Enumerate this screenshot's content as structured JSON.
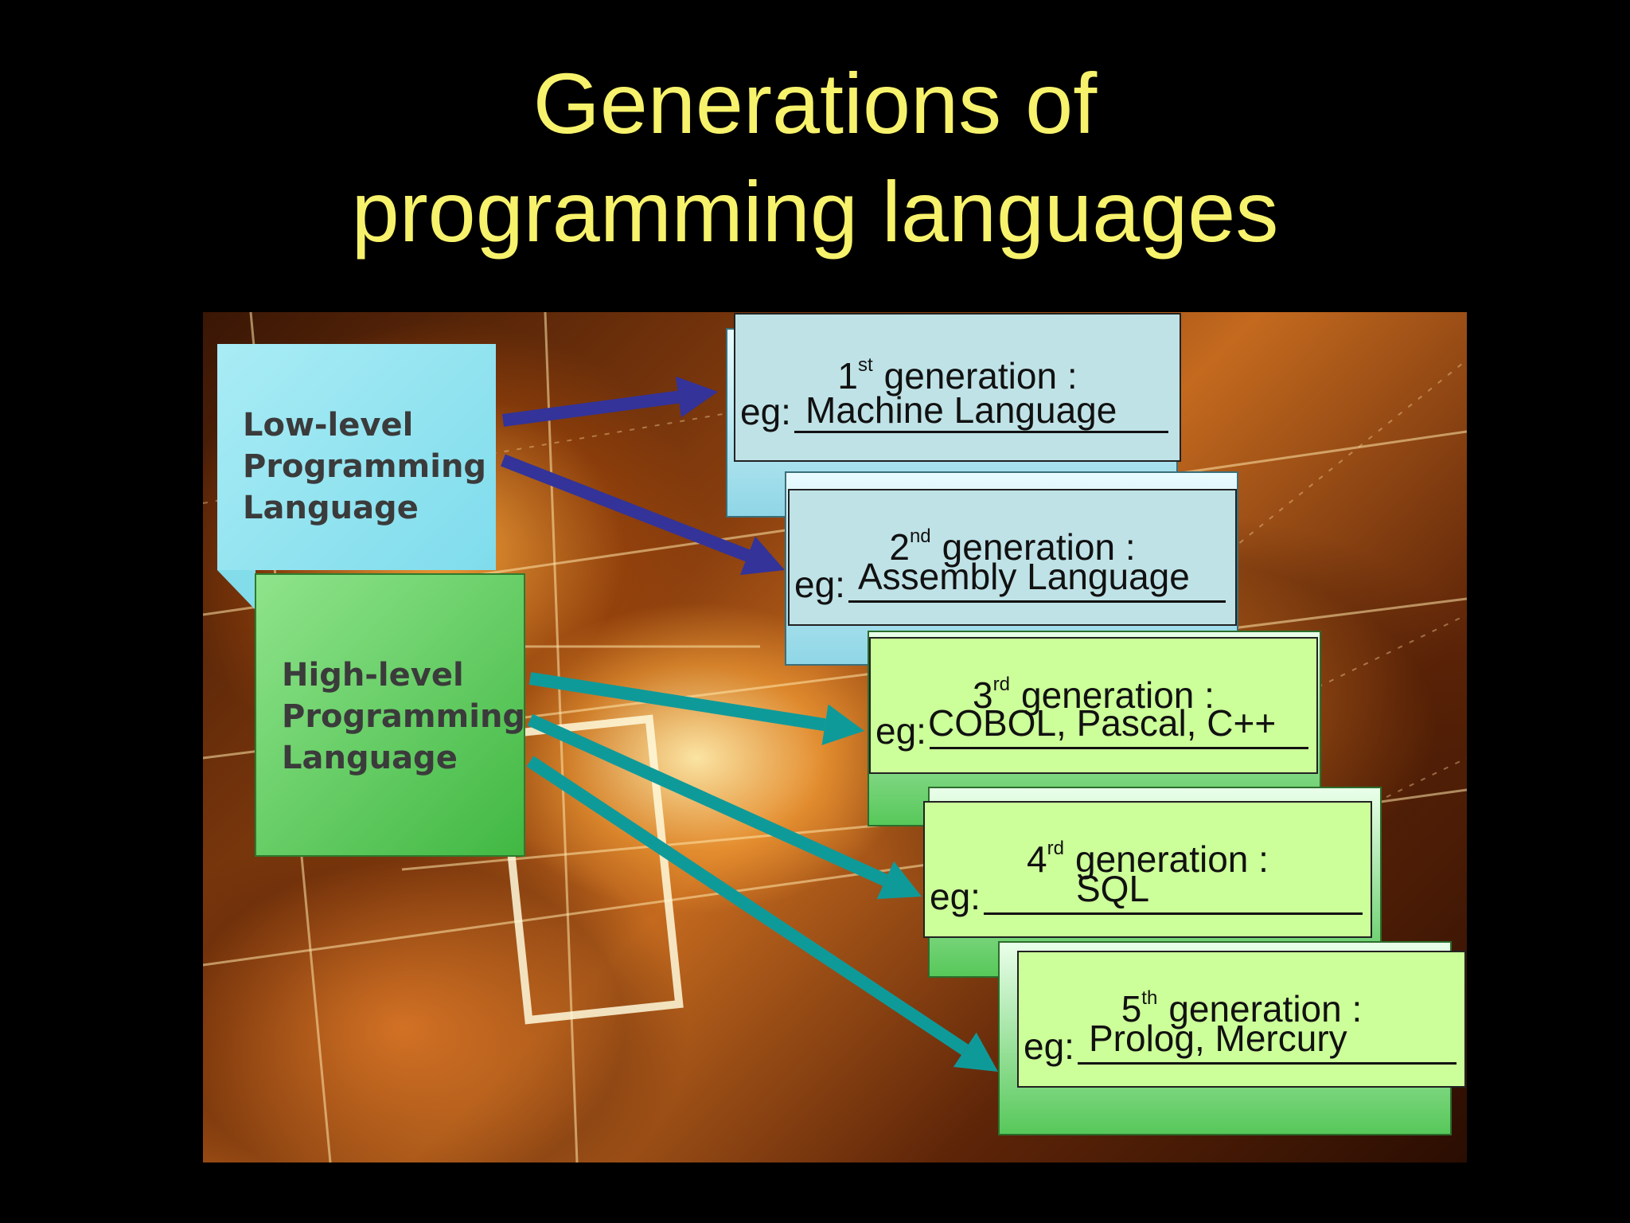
{
  "slide": {
    "title_line1": "Generations of",
    "title_line2": "programming languages"
  },
  "categories": {
    "low": [
      "Low-level",
      "Programming",
      "Language"
    ],
    "high": [
      "High-level",
      "Programming",
      "Language"
    ]
  },
  "generations": [
    {
      "num": "1",
      "suffix": "st",
      "label": "generation :",
      "eg": "eg:",
      "example": "Machine Language",
      "color": "blue"
    },
    {
      "num": "2",
      "suffix": "nd",
      "label": "generation :",
      "eg": "eg:",
      "example": "Assembly Language",
      "color": "blue"
    },
    {
      "num": "3",
      "suffix": "rd",
      "label": "generation :",
      "eg": "eg:",
      "example": "COBOL, Pascal, C++",
      "color": "green"
    },
    {
      "num": "4",
      "suffix": "rd",
      "label": "generation :",
      "eg": "eg:",
      "example": "SQL",
      "color": "green"
    },
    {
      "num": "5",
      "suffix": "th",
      "label": "generation :",
      "eg": "eg:",
      "example": "Prolog, Mercury",
      "color": "green"
    }
  ],
  "colors": {
    "title": "#f7f26b",
    "low_arrow": "#33339a",
    "high_arrow": "#0f9a9a",
    "blue_card": "#bfe2e6",
    "green_card": "#ccff99"
  }
}
